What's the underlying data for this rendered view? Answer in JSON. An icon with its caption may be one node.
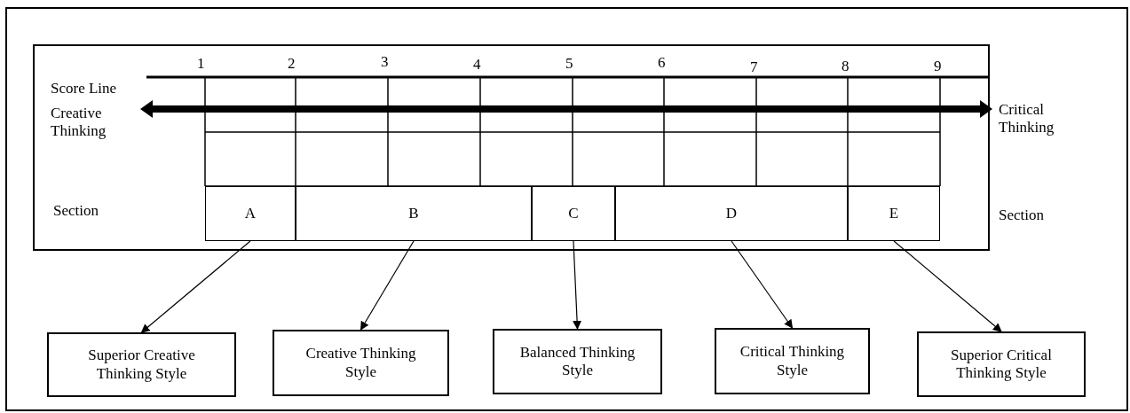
{
  "diagram": {
    "nodes": [
      {
        "text": [],
        "shape": "box"
      },
      {
        "text": [
          "A"
        ],
        "in": 0
      },
      {
        "text": [
          "B"
        ],
        "in": 0
      },
      {
        "text": [
          "C"
        ],
        "in": 0
      },
      {
        "text": [
          "D"
        ],
        "in": 0
      },
      {
        "text": [
          "E"
        ],
        "in": 0
      },
      {
        "text": [
          "Superior Creative Thinking Style"
        ]
      },
      {
        "text": [
          "Creative Thinking Style"
        ]
      },
      {
        "text": [
          "Balanced Thinking Style"
        ]
      },
      {
        "text": [
          "Critical Thinking Style"
        ]
      },
      {
        "text": [
          "Superior Critical Thinking Style"
        ]
      }
    ],
    "edges": [
      {
        "from": 1,
        "to": 6,
        "arrow": "to"
      },
      {
        "from": 2,
        "to": 7,
        "arrow": "to"
      },
      {
        "from": 3,
        "to": 8,
        "arrow": "to"
      },
      {
        "from": 4,
        "to": 9,
        "arrow": "to"
      },
      {
        "from": 5,
        "to": 10,
        "arrow": "to"
      }
    ],
    "labels": [
      "1",
      "2",
      "3",
      "4",
      "5",
      "6",
      "7",
      "8",
      "9",
      "Score Line",
      "Creative Thinking",
      "Critical Thinking",
      "Section",
      "Section"
    ]
  }
}
